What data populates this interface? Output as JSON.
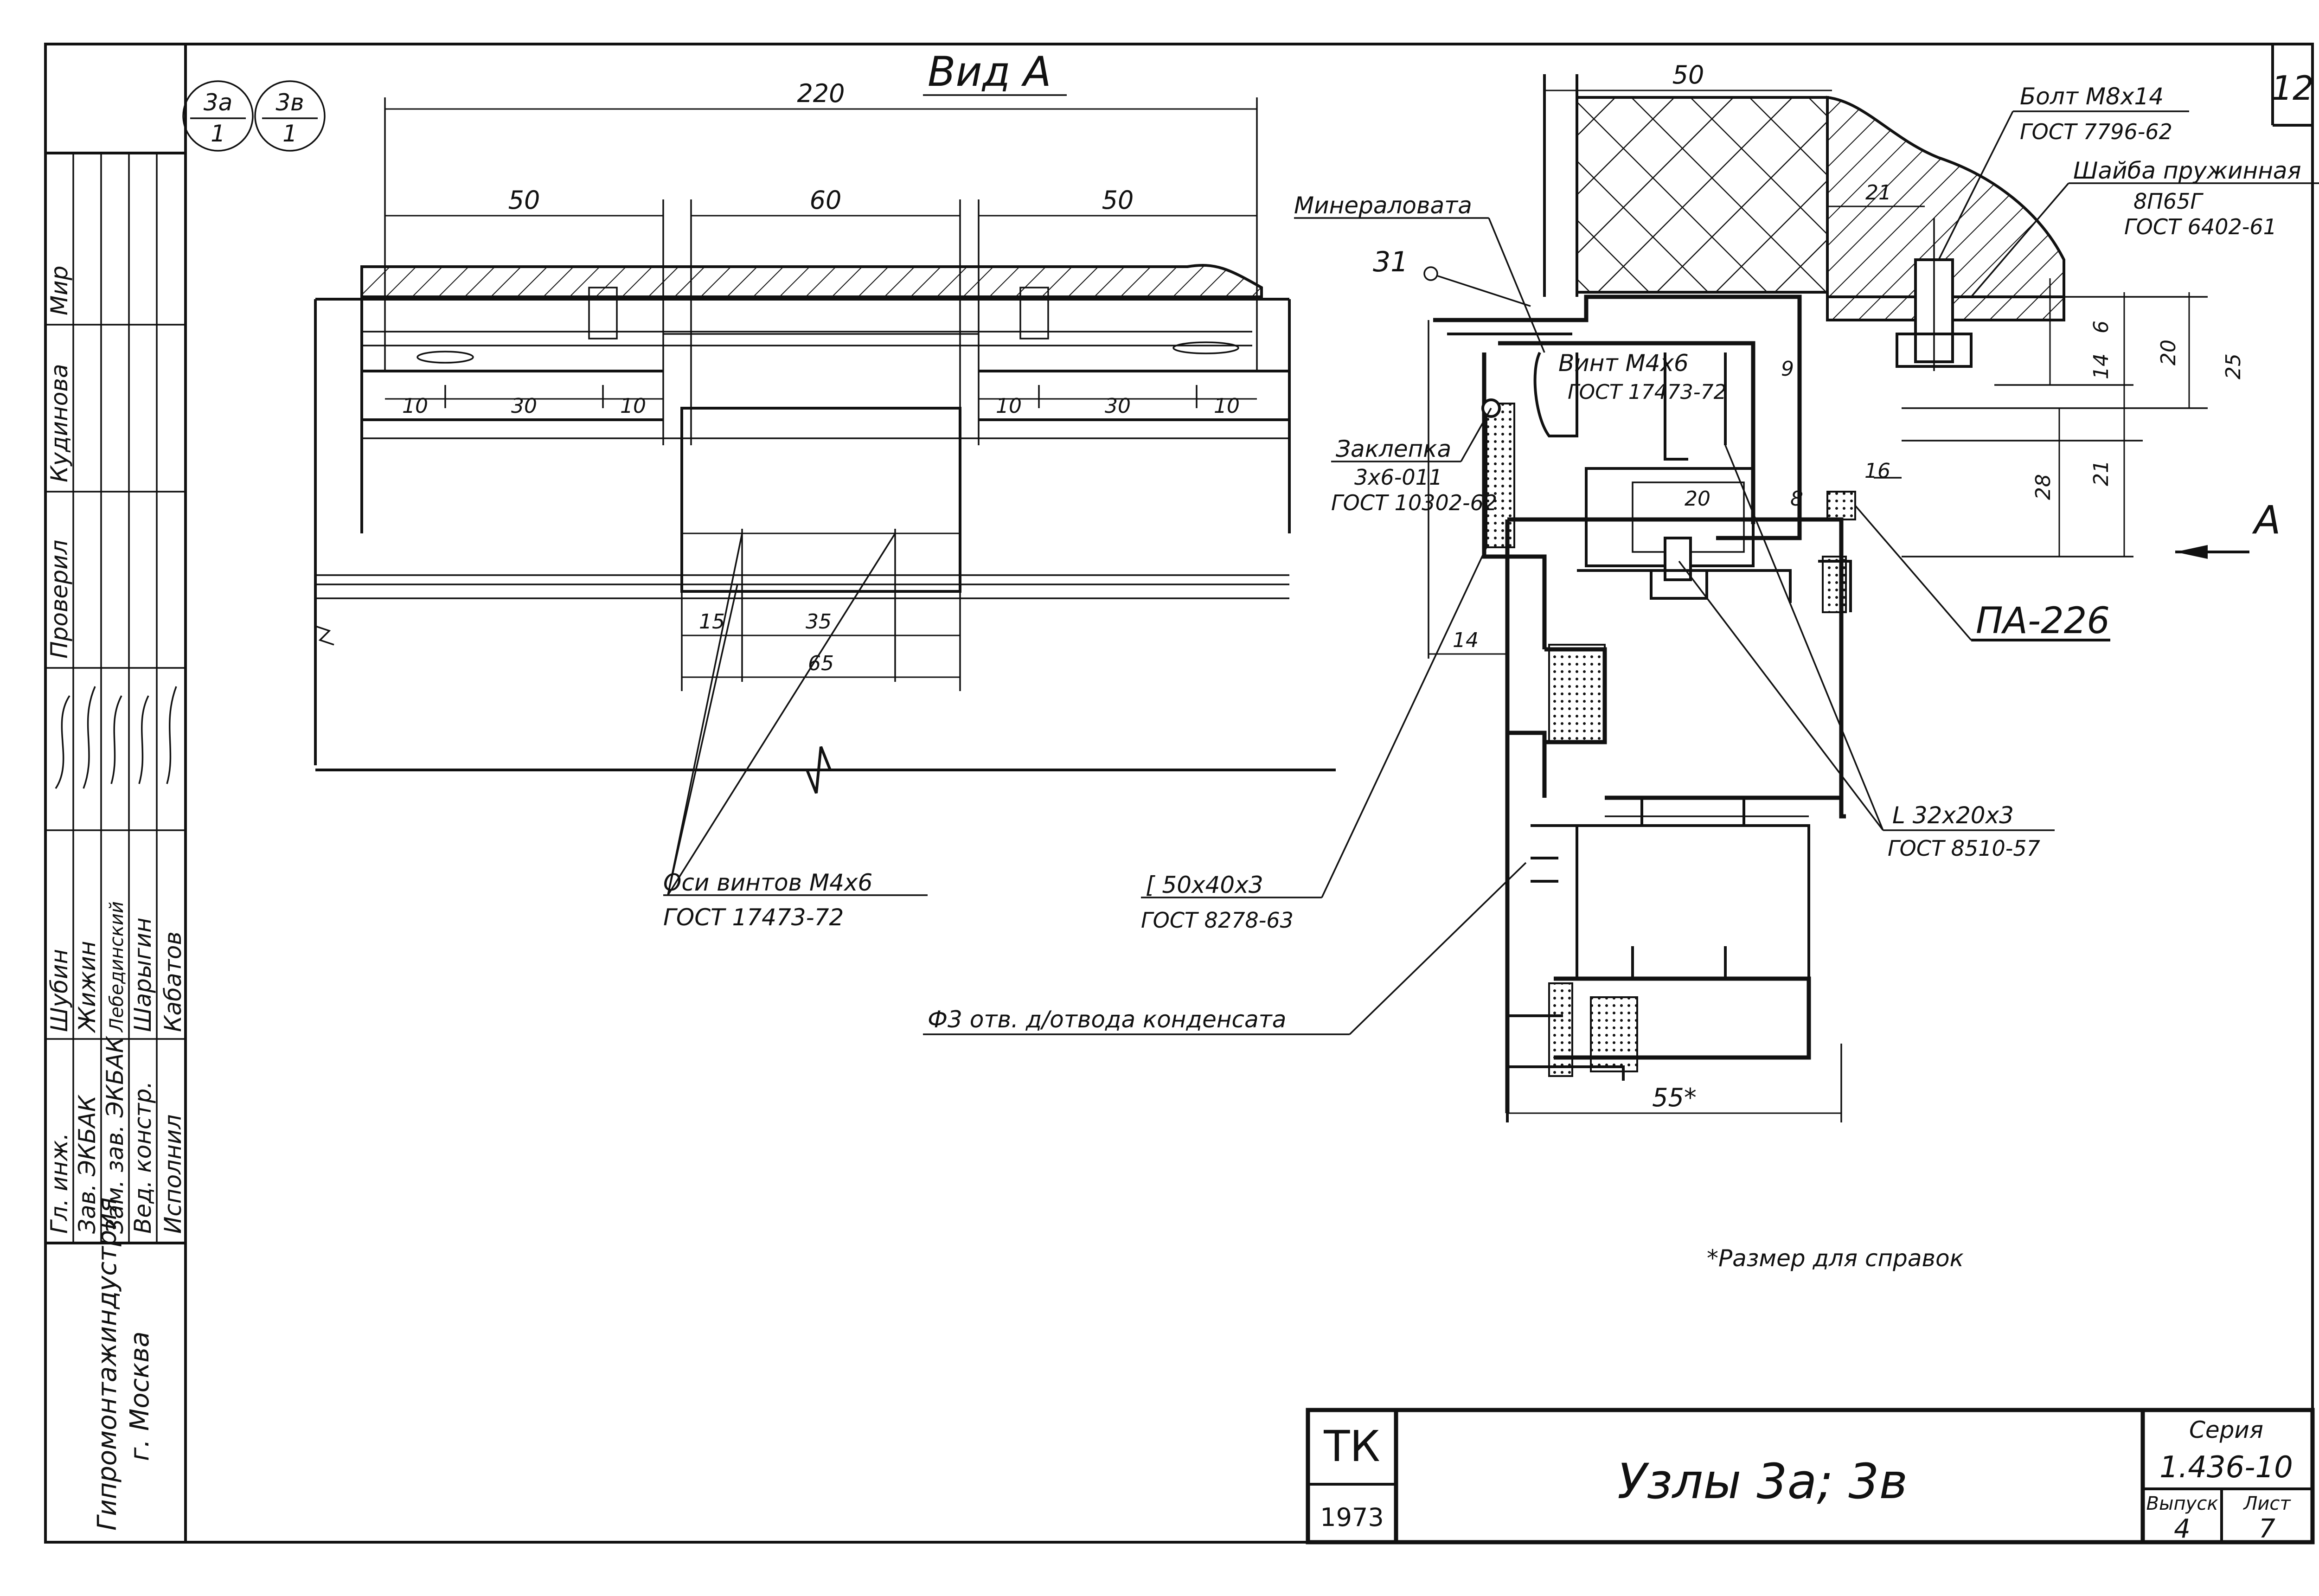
{
  "sheet_number": "12",
  "node_refs": [
    {
      "top": "3а",
      "bottom": "1"
    },
    {
      "top": "3в",
      "bottom": "1"
    }
  ],
  "view_title": "Вид А",
  "section_marker": "А",
  "left_view": {
    "dim_overall": "220",
    "dim_groups": [
      "50",
      "60",
      "50"
    ],
    "dim_left_sub": [
      "10",
      "30",
      "10"
    ],
    "dim_right_sub": [
      "10",
      "30",
      "10"
    ],
    "dim_bottom_a": "15",
    "dim_bottom_b": "35",
    "dim_bottom_total": "65",
    "callout_screws_line1": "Оси винтов М4х6",
    "callout_screws_line2": "ГОСТ 17473-72"
  },
  "right_section": {
    "dim_top": "50",
    "dim_21": "21",
    "dim_9": "9",
    "dim_20_inner": "20",
    "dim_8": "8",
    "dim_16": "16",
    "dim_14_left": "14",
    "dim_vertical": [
      "6",
      "14",
      "20",
      "25",
      "28",
      "21"
    ],
    "dim_bottom": "55*",
    "label_31": "31",
    "mineral_wool": "Минераловата",
    "bolt_line1": "Болт М8х14",
    "bolt_line2": "ГОСТ 7796-62",
    "washer_line1": "Шайба пружинная",
    "washer_line2": "8П65Г",
    "washer_line3": "ГОСТ 6402-61",
    "screw_line1": "Винт М4х6",
    "screw_line2": "ГОСТ 17473-72",
    "rivet_line1": "Заклепка",
    "rivet_line2": "3х6-011",
    "rivet_line3": "ГОСТ 10302-62",
    "profile_code": "ПА-226",
    "angle_line1": "L 32х20х3",
    "angle_line2": "ГОСТ 8510-57",
    "channel_line1": "[ 50х40х3",
    "channel_line2": "ГОСТ 8278-63",
    "condensate": "Ф3 отв. д/отвода конденсата",
    "reference_note": "*Размер для справок"
  },
  "side_stamp": {
    "roles": [
      "Гл. инж.",
      "Зав. ЭКБАК",
      "Зам. зав. ЭКБАК",
      "Вед. констр.",
      "Исполнил"
    ],
    "names": [
      "Шубин",
      "Жижин",
      "Лебединский",
      "Шарыгин",
      "Кабатов"
    ],
    "right_col": [
      "Проверил",
      "Кудинова",
      "Мир"
    ],
    "org_line1": "Гипромонтажиндустрия",
    "org_line2": "г. Москва"
  },
  "title_block": {
    "code": "ТК",
    "year": "1973",
    "title": "Узлы 3а; 3в",
    "series_label": "Серия",
    "series_value": "1.436-10",
    "issue_label": "Выпуск",
    "issue_value": "4",
    "sheet_label": "Лист",
    "sheet_value": "7"
  }
}
